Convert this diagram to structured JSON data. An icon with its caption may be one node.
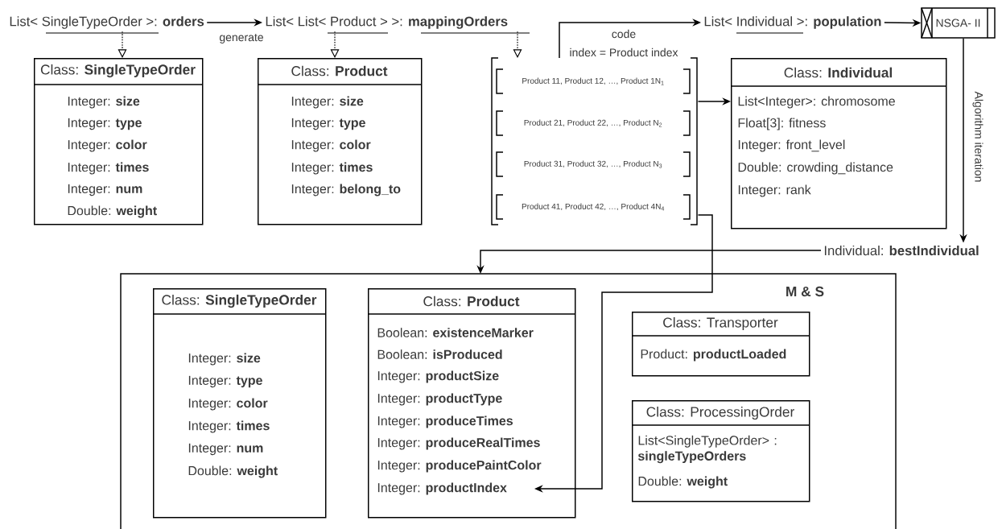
{
  "diagram": {
    "nodes": [
      {
        "text": [
          "List< SingleTypeOrder >: **orders**"
        ]
      },
      {
        "text": [
          "List< List< Product > >: **mappingOrders**"
        ]
      },
      {
        "text": [
          "List< Individual >: **population**"
        ]
      },
      {
        "text": [
          "NSGA- II"
        ]
      },
      {
        "text": [
          "Class: **SingleTypeOrder**",
          "Integer: **size**",
          "Integer: **type**",
          "Integer: **color**",
          "Integer: **times**",
          "Integer: **num**",
          "Double: **weight**"
        ]
      },
      {
        "text": [
          "Class: **Product**",
          "Integer: **size**",
          "Integer: **type**",
          "Integer: **color**",
          "Integer: **times**",
          "Integer: **belong_to**"
        ]
      },
      {
        "text": [],
        "shape": "bracket"
      },
      {
        "text": [
          "Product 11, Product 12, …, Product 1N$_{1}$"
        ],
        "in": 6
      },
      {
        "text": [
          "Product 21, Product 22, …, Product N$_{2}$"
        ],
        "in": 6
      },
      {
        "text": [
          "Product 31, Product 32, …, Product N$_{3}$"
        ],
        "in": 6
      },
      {
        "text": [
          "Product 41, Product 42, …, Product 4N$_{4}$"
        ],
        "in": 6
      },
      {
        "text": [
          "Class: **Individual**",
          "List<Integer>: chromosome",
          "Float[3]: fitness",
          "Integer: front_level",
          "Double: crowding_distance",
          "Integer: rank"
        ]
      },
      {
        "text": [
          "Individual: **bestIndividual**"
        ]
      },
      {
        "text": [
          "M & S"
        ]
      },
      {
        "text": [
          "Class: **SingleTypeOrder**",
          "Integer: **size**",
          "Integer: **type**",
          "Integer: **color**",
          "Integer: **times**",
          "Integer: **num**",
          "Double: **weight**"
        ],
        "in": 13
      },
      {
        "text": [
          "Class: **Product**",
          "Boolean: **existenceMarker**",
          "Boolean: **isProduced**",
          "Integer: **productSize**",
          "Integer: **productType**",
          "Integer: **produceTimes**",
          "Integer: **produceRealTimes**",
          "Integer: **producePaintColor**",
          "Integer: **productIndex**"
        ],
        "in": 13
      },
      {
        "text": [
          "Class: Transporter",
          "Product: **productLoaded**"
        ],
        "in": 13
      },
      {
        "text": [
          "Class: ProcessingOrder",
          "List<SingleTypeOrder> : **singleTypeOrders**",
          "Double: **weight**"
        ],
        "in": 13
      }
    ],
    "edges": [
      {
        "from": 0,
        "to": 1,
        "arrow": "to",
        "label": "generate"
      },
      {
        "from": 0,
        "to": 4,
        "arrow": "to",
        "style": "dashed"
      },
      {
        "from": 1,
        "to": 5,
        "arrow": "to",
        "style": "dashed"
      },
      {
        "from": 1,
        "to": 6,
        "arrow": "to",
        "style": "dashed"
      },
      {
        "from": 6,
        "to": 2,
        "arrow": "to",
        "label": "code"
      },
      {
        "from": 2,
        "to": 3,
        "arrow": "to"
      },
      {
        "from": 6,
        "to": 11,
        "arrow": "to"
      },
      {
        "from": 3,
        "to": 12,
        "arrow": "to",
        "label": "Algorithm iteration"
      },
      {
        "from": 12,
        "to": 13,
        "arrow": "to"
      },
      {
        "from": 6,
        "to": 15,
        "arrow": "to"
      }
    ],
    "labels": [
      "index = Product index"
    ]
  }
}
